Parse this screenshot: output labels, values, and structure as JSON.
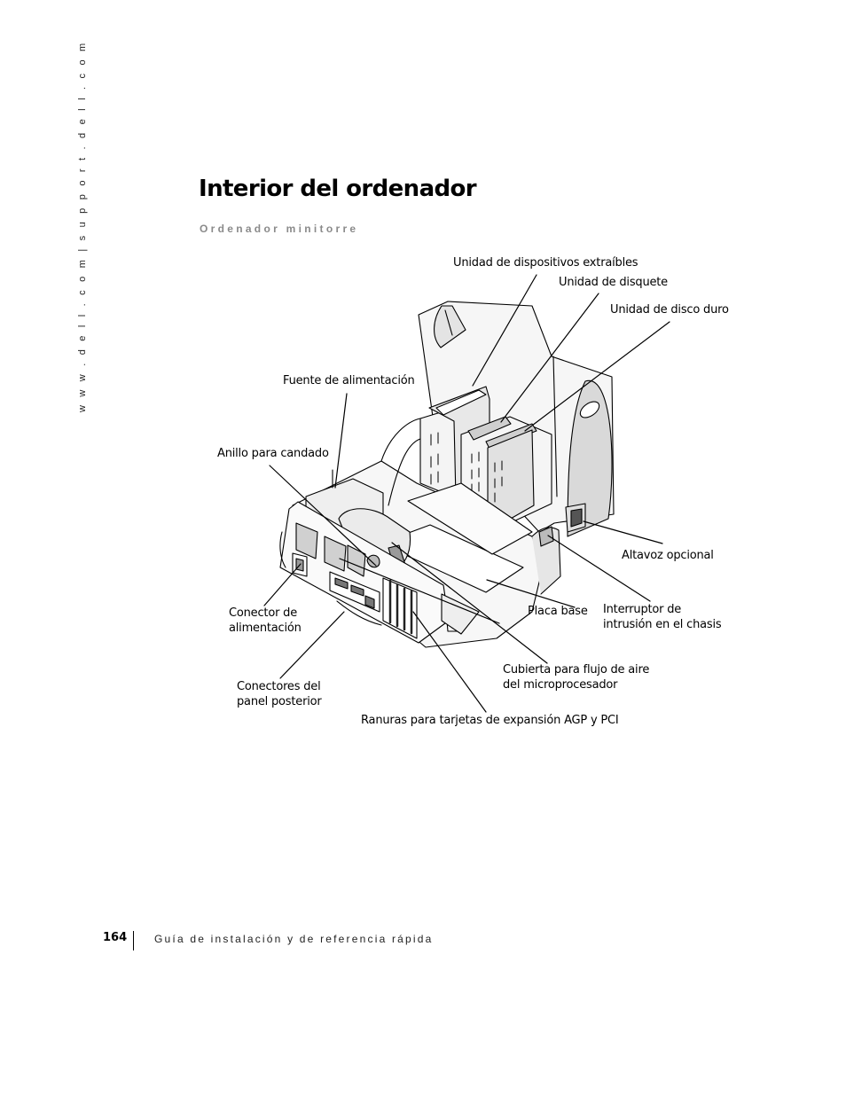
{
  "side_url": "w w w . d e l l . c o m   |   s u p p o r t . d e l l . c o m",
  "title": "Interior del ordenador",
  "subtitle": "Ordenador minitorre",
  "callouts": {
    "unidad_extraibles": "Unidad de dispositivos extraíbles",
    "unidad_disquete": "Unidad de disquete",
    "unidad_disco_duro": "Unidad de disco duro",
    "fuente_alimentacion": "Fuente de alimentación",
    "anillo_candado": "Anillo para candado",
    "altavoz": "Altavoz opcional",
    "conector_alimentacion": "Conector de\nalimentación",
    "placa_base": "Placa base",
    "interruptor": "Interruptor de\nintrusión en el chasis",
    "conectores_panel": "Conectores del\npanel posterior",
    "cubierta_flujo": "Cubierta para flujo de aire\ndel microprocesador",
    "ranuras": "Ranuras para tarjetas de expansión AGP y PCI"
  },
  "footer": {
    "page_number": "164",
    "text": "Guía de instalación y de referencia rápida"
  }
}
